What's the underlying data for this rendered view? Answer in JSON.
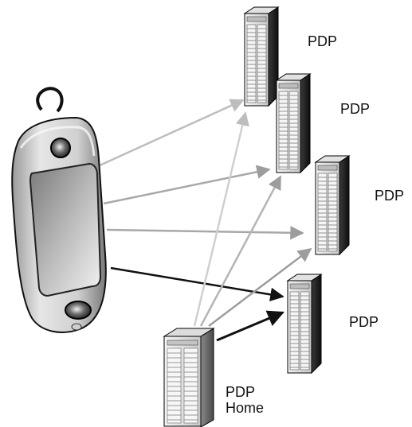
{
  "labels": {
    "server1": "PDP",
    "server2": "PDP",
    "server3": "PDP",
    "server4": "PDP",
    "home_line1": "PDP",
    "home_line2": "Home"
  },
  "colors": {
    "arrow_light": "#bdbdbd",
    "arrow_mid": "#9d9d9d",
    "arrow_dark": "#111111",
    "device_body": "#d8d8d8",
    "server_dark": "#222222"
  },
  "icons": {
    "device": "handheld-pda-icon",
    "server": "server-tower-icon"
  }
}
